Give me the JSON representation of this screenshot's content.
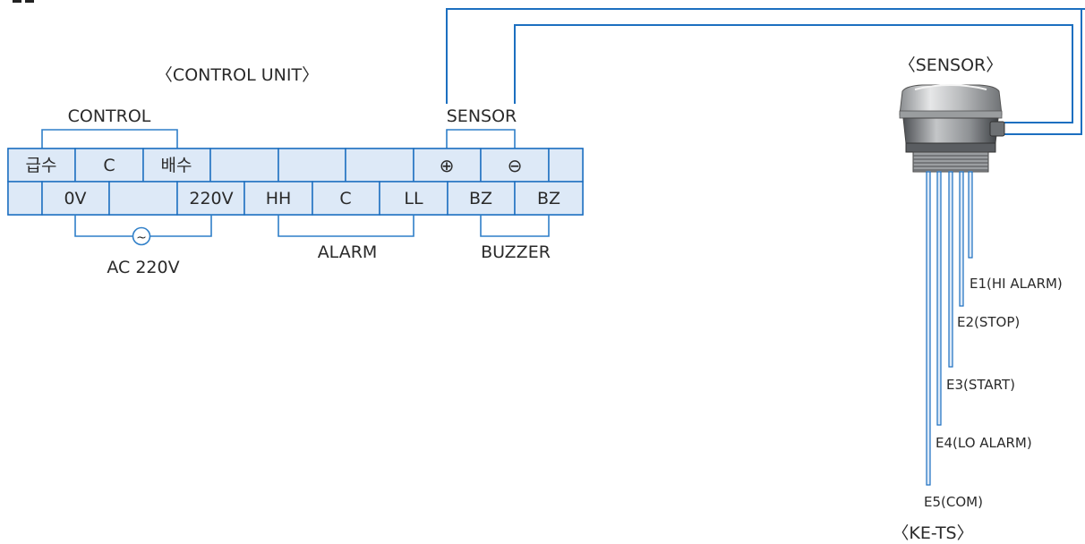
{
  "control_unit": {
    "title": "〈CONTROL UNIT〉",
    "control_label": "CONTROL",
    "sensor_label": "SENSOR",
    "ac_label": "AC 220V",
    "alarm_label": "ALARM",
    "buzzer_label": "BUZZER",
    "top_row": [
      "급수",
      "C",
      "배수",
      "",
      "",
      "",
      "⊕",
      "⊖",
      ""
    ],
    "bottom_row": [
      "",
      "0V",
      "",
      "220V",
      "HH",
      "C",
      "LL",
      "BZ",
      "BZ"
    ],
    "ac_symbol": "~"
  },
  "sensor": {
    "title": "〈SENSOR〉",
    "model": "〈KE-TS〉",
    "electrodes": [
      "E1(HI ALARM)",
      "E2(STOP)",
      "E3(START)",
      "E4(LO ALARM)",
      "E5(COM)"
    ]
  },
  "colors": {
    "wire": "#1c6fc0",
    "cell_fill": "#dde9f7"
  }
}
